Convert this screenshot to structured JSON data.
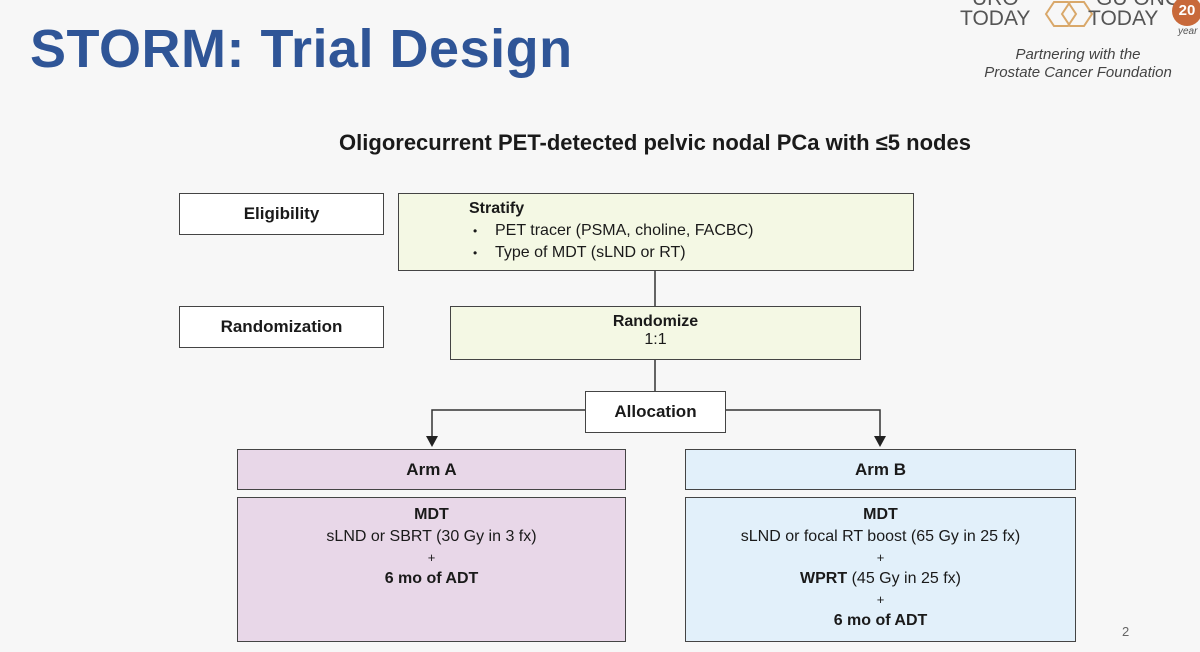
{
  "slide": {
    "title": "STORM: Trial Design",
    "page_number": "2"
  },
  "logo": {
    "uro": "URO",
    "today_left": "TODAY",
    "gu_onc": "GU ONC",
    "today_right": "TODAY",
    "anniversary": "20",
    "years": "year",
    "tagline_line1": "Partnering with the",
    "tagline_line2": "Prostate Cancer Foundation"
  },
  "diagram": {
    "subtitle": "Oligorecurrent PET-detected pelvic nodal PCa with ≤5 nodes",
    "eligibility_label": "Eligibility",
    "randomization_label": "Randomization",
    "stratify": {
      "heading": "Stratify",
      "items": [
        "PET tracer (PSMA,  choline, FACBC)",
        "Type of MDT (sLND or RT)"
      ]
    },
    "randomize": {
      "heading": "Randomize",
      "ratio": "1:1"
    },
    "allocation": "Allocation",
    "arm_a": {
      "title": "Arm A",
      "mdt": "MDT",
      "treatment": "sLND or SBRT (30 Gy in 3 fx)",
      "plus": "+",
      "adt": "6 mo of ADT"
    },
    "arm_b": {
      "title": "Arm B",
      "mdt": "MDT",
      "treatment": "sLND or focal RT boost (65 Gy in 25 fx)",
      "plus1": "+",
      "wprt_bold": "WPRT",
      "wprt_rest": " (45 Gy in 25 fx)",
      "plus2": "+",
      "adt": "6 mo of ADT"
    }
  },
  "colors": {
    "title": "#2f5597",
    "stratify_fill": "#f4f8e4",
    "arm_a_fill": "#e8d7e8",
    "arm_b_fill": "#e2f0fa"
  }
}
